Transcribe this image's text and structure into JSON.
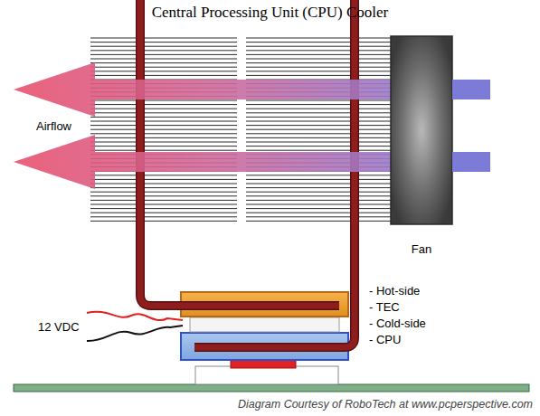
{
  "diagram": {
    "title": "Central Processing Unit (CPU) Cooler",
    "caption": "Diagram Courtesy of RoboTech at www.pcperspective.com",
    "nodes": [
      {
        "text": [
          "Fan"
        ]
      }
    ],
    "labels": [
      "Airflow",
      "12 VDC",
      "- Hot-side",
      "- TEC",
      "- Cold-side",
      "- CPU"
    ]
  }
}
